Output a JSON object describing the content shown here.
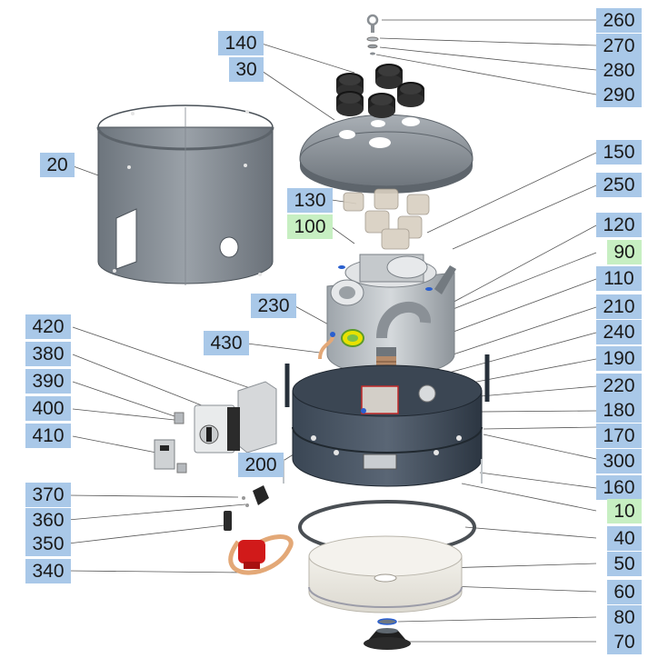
{
  "colors": {
    "label_blue": "#a9c8e8",
    "label_green": "#c7efc2",
    "part_dark": "#2f3b48",
    "part_grey": "#8a9198",
    "part_light": "#cfd3d6",
    "accent_red": "#d11a1a",
    "accent_yellow": "#e8e200",
    "accent_copper": "#e3a877"
  },
  "labels": [
    {
      "id": "260",
      "text": "260",
      "style": "blue"
    },
    {
      "id": "270",
      "text": "270",
      "style": "blue"
    },
    {
      "id": "280",
      "text": "280",
      "style": "blue"
    },
    {
      "id": "290",
      "text": "290",
      "style": "blue"
    },
    {
      "id": "140",
      "text": "140",
      "style": "blue"
    },
    {
      "id": "30",
      "text": "30",
      "style": "blue"
    },
    {
      "id": "20",
      "text": "20",
      "style": "blue"
    },
    {
      "id": "150",
      "text": "150",
      "style": "blue"
    },
    {
      "id": "250",
      "text": "250",
      "style": "blue"
    },
    {
      "id": "130",
      "text": "130",
      "style": "blue"
    },
    {
      "id": "100",
      "text": "100",
      "style": "green"
    },
    {
      "id": "120",
      "text": "120",
      "style": "blue"
    },
    {
      "id": "90",
      "text": "90",
      "style": "green"
    },
    {
      "id": "110",
      "text": "110",
      "style": "blue"
    },
    {
      "id": "230",
      "text": "230",
      "style": "blue"
    },
    {
      "id": "210",
      "text": "210",
      "style": "blue"
    },
    {
      "id": "420",
      "text": "420",
      "style": "blue"
    },
    {
      "id": "430",
      "text": "430",
      "style": "blue"
    },
    {
      "id": "240",
      "text": "240",
      "style": "blue"
    },
    {
      "id": "380",
      "text": "380",
      "style": "blue"
    },
    {
      "id": "190",
      "text": "190",
      "style": "blue"
    },
    {
      "id": "390",
      "text": "390",
      "style": "blue"
    },
    {
      "id": "220",
      "text": "220",
      "style": "blue"
    },
    {
      "id": "400",
      "text": "400",
      "style": "blue"
    },
    {
      "id": "180",
      "text": "180",
      "style": "blue"
    },
    {
      "id": "410",
      "text": "410",
      "style": "blue"
    },
    {
      "id": "170",
      "text": "170",
      "style": "blue"
    },
    {
      "id": "300",
      "text": "300",
      "style": "blue"
    },
    {
      "id": "200",
      "text": "200",
      "style": "blue"
    },
    {
      "id": "160",
      "text": "160",
      "style": "blue"
    },
    {
      "id": "370",
      "text": "370",
      "style": "blue"
    },
    {
      "id": "10",
      "text": "10",
      "style": "green"
    },
    {
      "id": "360",
      "text": "360",
      "style": "blue"
    },
    {
      "id": "350",
      "text": "350",
      "style": "blue"
    },
    {
      "id": "40",
      "text": "40",
      "style": "blue"
    },
    {
      "id": "340",
      "text": "340",
      "style": "blue"
    },
    {
      "id": "50",
      "text": "50",
      "style": "blue"
    },
    {
      "id": "60",
      "text": "60",
      "style": "blue"
    },
    {
      "id": "80",
      "text": "80",
      "style": "blue"
    },
    {
      "id": "70",
      "text": "70",
      "style": "blue"
    }
  ]
}
